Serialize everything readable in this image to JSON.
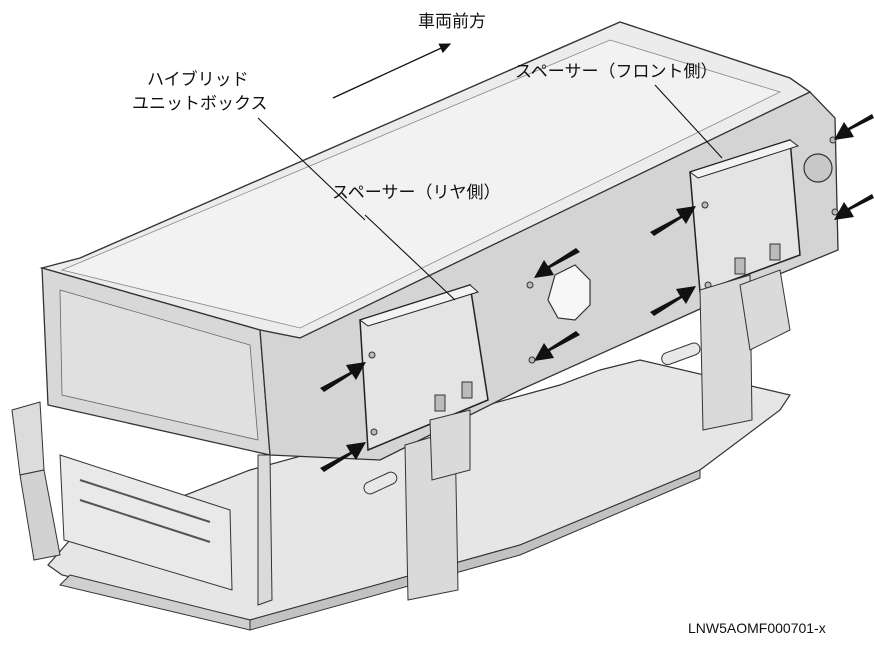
{
  "labels": {
    "vehicle_front": "車両前方",
    "hybrid_unit_box_line1": "ハイブリッド",
    "hybrid_unit_box_line2": "ユニットボックス",
    "spacer_front": "スペーサー（フロント側）",
    "spacer_rear": "スペーサー（リヤ側）"
  },
  "figure_code": "LNW5AOMF000701-x"
}
